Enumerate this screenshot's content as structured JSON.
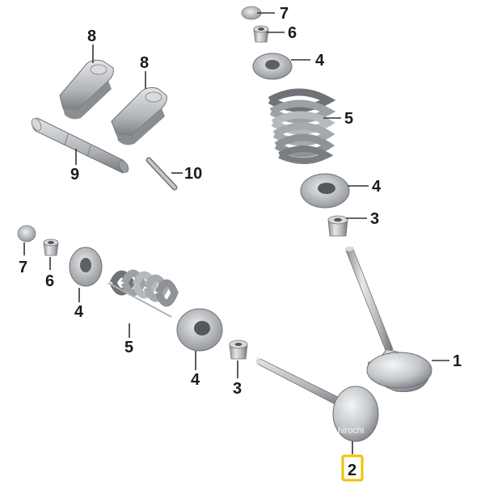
{
  "diagram": {
    "colors": {
      "metal_light": "#e2e4e6",
      "metal_mid": "#a9acb0",
      "metal_dark": "#6f7276",
      "label": "#1a1a1a",
      "highlight": "#f2c200"
    },
    "labels": {
      "part_1": "1",
      "part_2": "2",
      "part_3a": "3",
      "part_3b": "3",
      "part_4a": "4",
      "part_4b": "4",
      "part_4c": "4",
      "part_4d": "4",
      "part_5a": "5",
      "part_5b": "5",
      "part_6a": "6",
      "part_6b": "6",
      "part_7a": "7",
      "part_7b": "7",
      "part_8a": "8",
      "part_8b": "8",
      "part_9": "9",
      "part_10": "10"
    },
    "highlighted_part": "2",
    "watermark": "hirochi"
  }
}
